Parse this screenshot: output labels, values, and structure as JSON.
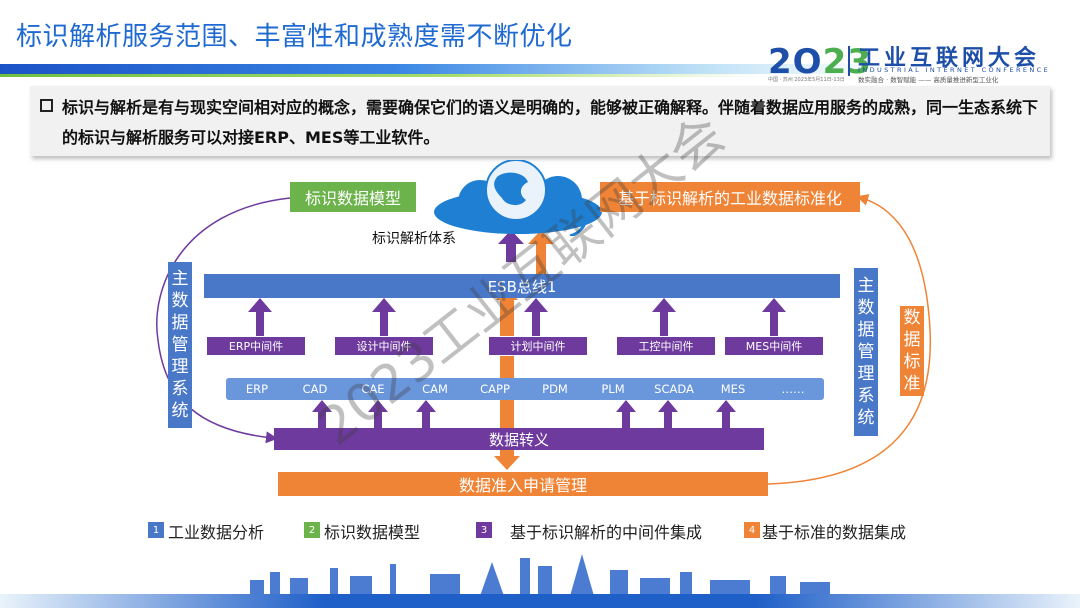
{
  "header": {
    "title": "标识解析服务范围、丰富性和成熟度需不断优化",
    "logo_year_a": "2O",
    "logo_year_b": "23",
    "logo_cn": "工业互联网大会",
    "logo_en": "INDUSTRIAL INTERNET CONFERENCE",
    "logo_sub": "数实融合 · 数智赋能 —— 高质量推进新型工业化",
    "logo_date": "中国 · 苏州  2023年5月11日-13日"
  },
  "intro": {
    "text": "标识与解析是有与现实空间相对应的概念，需要确保它们的语义是明确的，能够被正确解释。伴随着数据应用服务的成熟，同一生态系统下的标识与解析服务可以对接ERP、MES等工业软件。"
  },
  "diagram": {
    "identifier_data_model": "标识数据模型",
    "standardization": "基于标识解析的工业数据标准化",
    "resolution_system": "标识解析体系",
    "esb": "ESB总线1",
    "master_data_left": [
      "主",
      "数",
      "据",
      "管",
      "理",
      "系",
      "统"
    ],
    "master_data_right": [
      "主",
      "数",
      "据",
      "管",
      "理",
      "系",
      "统"
    ],
    "data_standard": [
      "数",
      "据",
      "标",
      "准"
    ],
    "middlewares": [
      "ERP中间件",
      "设计中间件",
      "计划中间件",
      "工控中间件",
      "MES中间件"
    ],
    "systems": [
      "ERP",
      "CAD",
      "CAE",
      "CAM",
      "CAPP",
      "PDM",
      "PLM",
      "SCADA",
      "MES",
      "……"
    ],
    "data_transform": "数据转义",
    "data_admission": "数据准入申请管理",
    "watermark": "2023工业互联网大会"
  },
  "legend": [
    {
      "num": "1",
      "label": "工业数据分析",
      "color": "#4a78c9"
    },
    {
      "num": "2",
      "label": "标识数据模型",
      "color": "#6db34c"
    },
    {
      "num": "3",
      "label": "基于标识解析的中间件集成",
      "color": "#6f3a9e"
    },
    {
      "num": "4",
      "label": "基于标准的数据集成",
      "color": "#f08436"
    }
  ],
  "colors": {
    "title_blue": "#1f6ad1",
    "esb_blue": "#4a78c9",
    "purple": "#6f3a9e",
    "orange": "#f08436",
    "green": "#6db34c"
  }
}
